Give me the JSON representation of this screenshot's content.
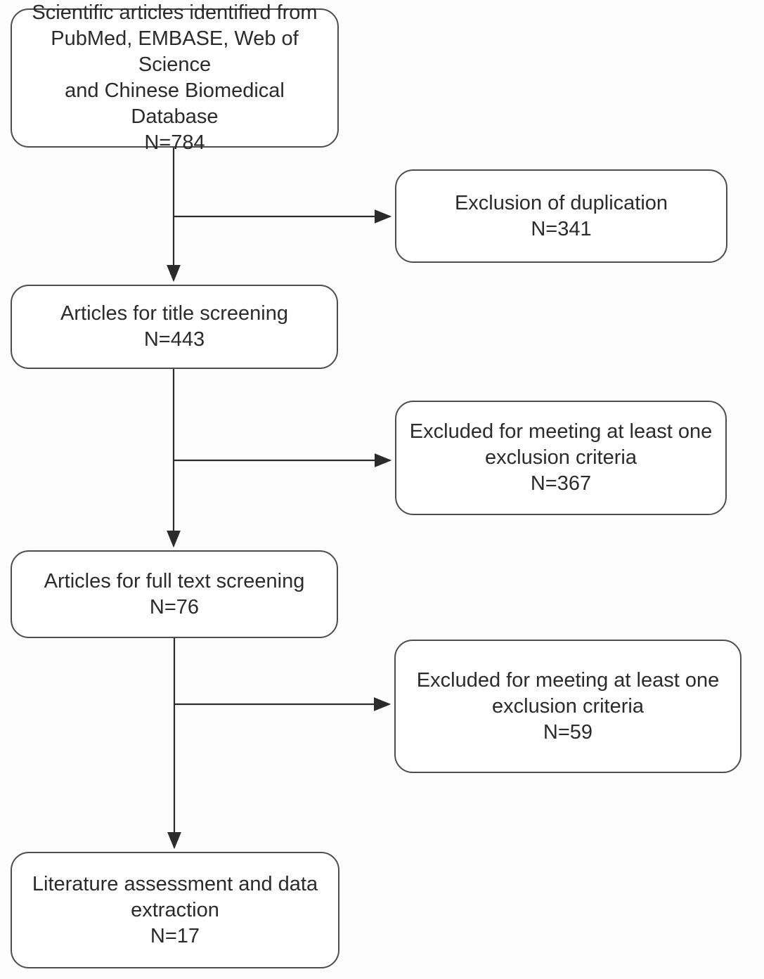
{
  "colors": {
    "background": "#fdfdfd",
    "box_fill": "#ffffff",
    "box_border": "#4d4d4d",
    "text": "#2b2b2b",
    "arrow": "#2b2b2b"
  },
  "nodes": {
    "identified": {
      "text": "Scientific articles identified from\nPubMed, EMBASE, Web of Science\nand Chinese Biomedical Database",
      "n": "N=784"
    },
    "duplication": {
      "text": "Exclusion of duplication",
      "n": "N=341"
    },
    "title_screening": {
      "text": "Articles for title screening",
      "n": "N=443"
    },
    "excluded_title": {
      "text": "Excluded for meeting at least one\nexclusion criteria",
      "n": "N=367"
    },
    "full_text_screening": {
      "text": "Articles for full text screening",
      "n": "N=76"
    },
    "excluded_full_text": {
      "text": "Excluded for meeting at least one\nexclusion criteria",
      "n": "N=59"
    },
    "assessment": {
      "text": "Literature assessment and data\nextraction",
      "n": "N=17"
    }
  },
  "edges": [
    {
      "from": "identified",
      "to": "title_screening"
    },
    {
      "from": "identified",
      "to": "duplication"
    },
    {
      "from": "title_screening",
      "to": "full_text_screening"
    },
    {
      "from": "title_screening",
      "to": "excluded_title"
    },
    {
      "from": "full_text_screening",
      "to": "assessment"
    },
    {
      "from": "full_text_screening",
      "to": "excluded_full_text"
    }
  ]
}
